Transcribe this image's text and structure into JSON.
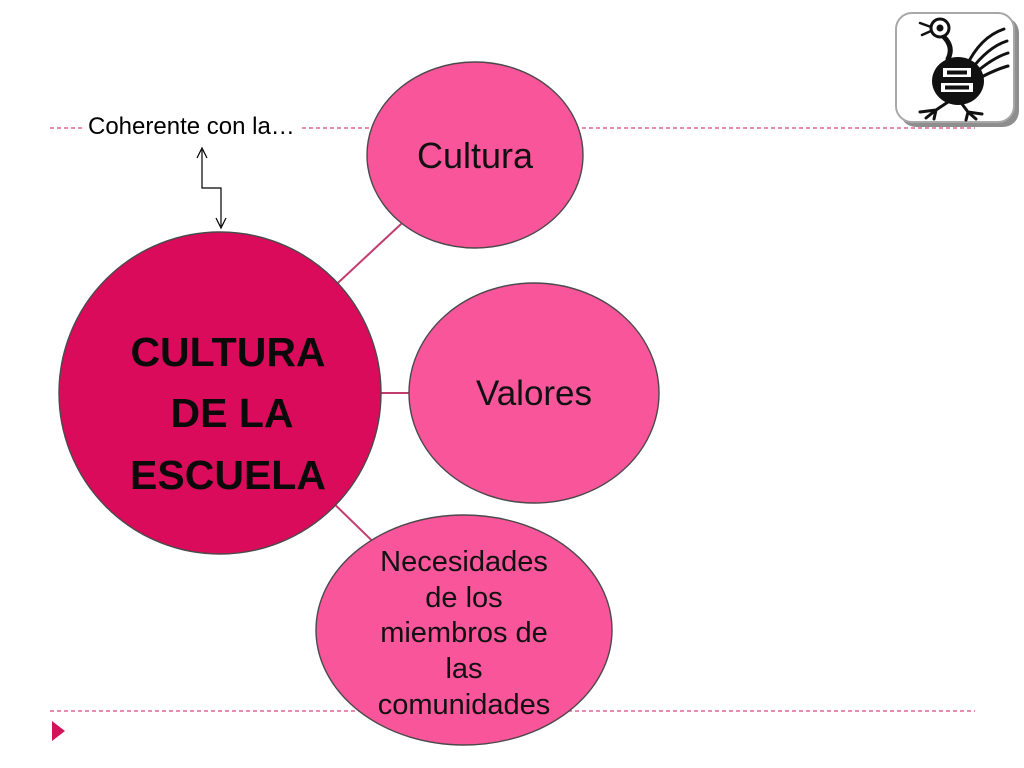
{
  "slide": {
    "background": "#ffffff",
    "rule_color": "#d9467d",
    "accent_color": "#d4145a",
    "logo_icon": "bird-logo",
    "bullet_icon": "triangle-bullet-icon"
  },
  "annotation": {
    "text": "Coherente con la…",
    "arrow_icon": "elbow-double-arrow-icon"
  },
  "diagram": {
    "connector_color": "#c23c6e",
    "outline_color": "#4a4a4a",
    "central": {
      "label_lines": [
        "CULTURA",
        "DE LA",
        "ESCUELA"
      ],
      "fill": "#db0b5c"
    },
    "nodes": [
      {
        "label_lines": [
          "Cultura"
        ],
        "fill": "#f8559a"
      },
      {
        "label_lines": [
          "Valores"
        ],
        "fill": "#f8559a"
      },
      {
        "label_lines": [
          "Necesidades",
          "de los",
          "miembros de",
          "las",
          "comunidades"
        ],
        "fill": "#f8559a"
      }
    ]
  }
}
